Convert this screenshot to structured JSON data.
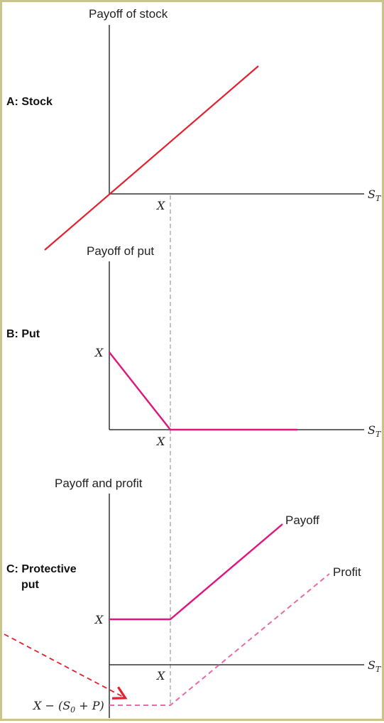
{
  "colors": {
    "stock": "#e5202e",
    "put": "#e0167e",
    "profit": "#e86aa6",
    "axis": "#333333",
    "arrow": "#e5202e",
    "frame": "#c8c48a"
  },
  "panels": [
    {
      "label": "A: Stock",
      "y_axis_title": "Payoff of stock",
      "x_axis_symbol": "S",
      "x_axis_subscript": "T",
      "x_tick": "X"
    },
    {
      "label": "B: Put",
      "y_axis_title": "Payoff of put",
      "y_tick": "X",
      "x_axis_symbol": "S",
      "x_axis_subscript": "T",
      "x_tick": "X"
    },
    {
      "label_line1": "C: Protective",
      "label_line2": "put",
      "y_axis_title": "Payoff and profit",
      "y_tick": "X",
      "x_axis_symbol": "S",
      "x_axis_subscript": "T",
      "x_tick": "X",
      "series": [
        "Payoff",
        "Profit"
      ],
      "low_tick_prefix": "X − (S",
      "low_tick_sub": "0",
      "low_tick_suffix": " + P)"
    }
  ]
}
